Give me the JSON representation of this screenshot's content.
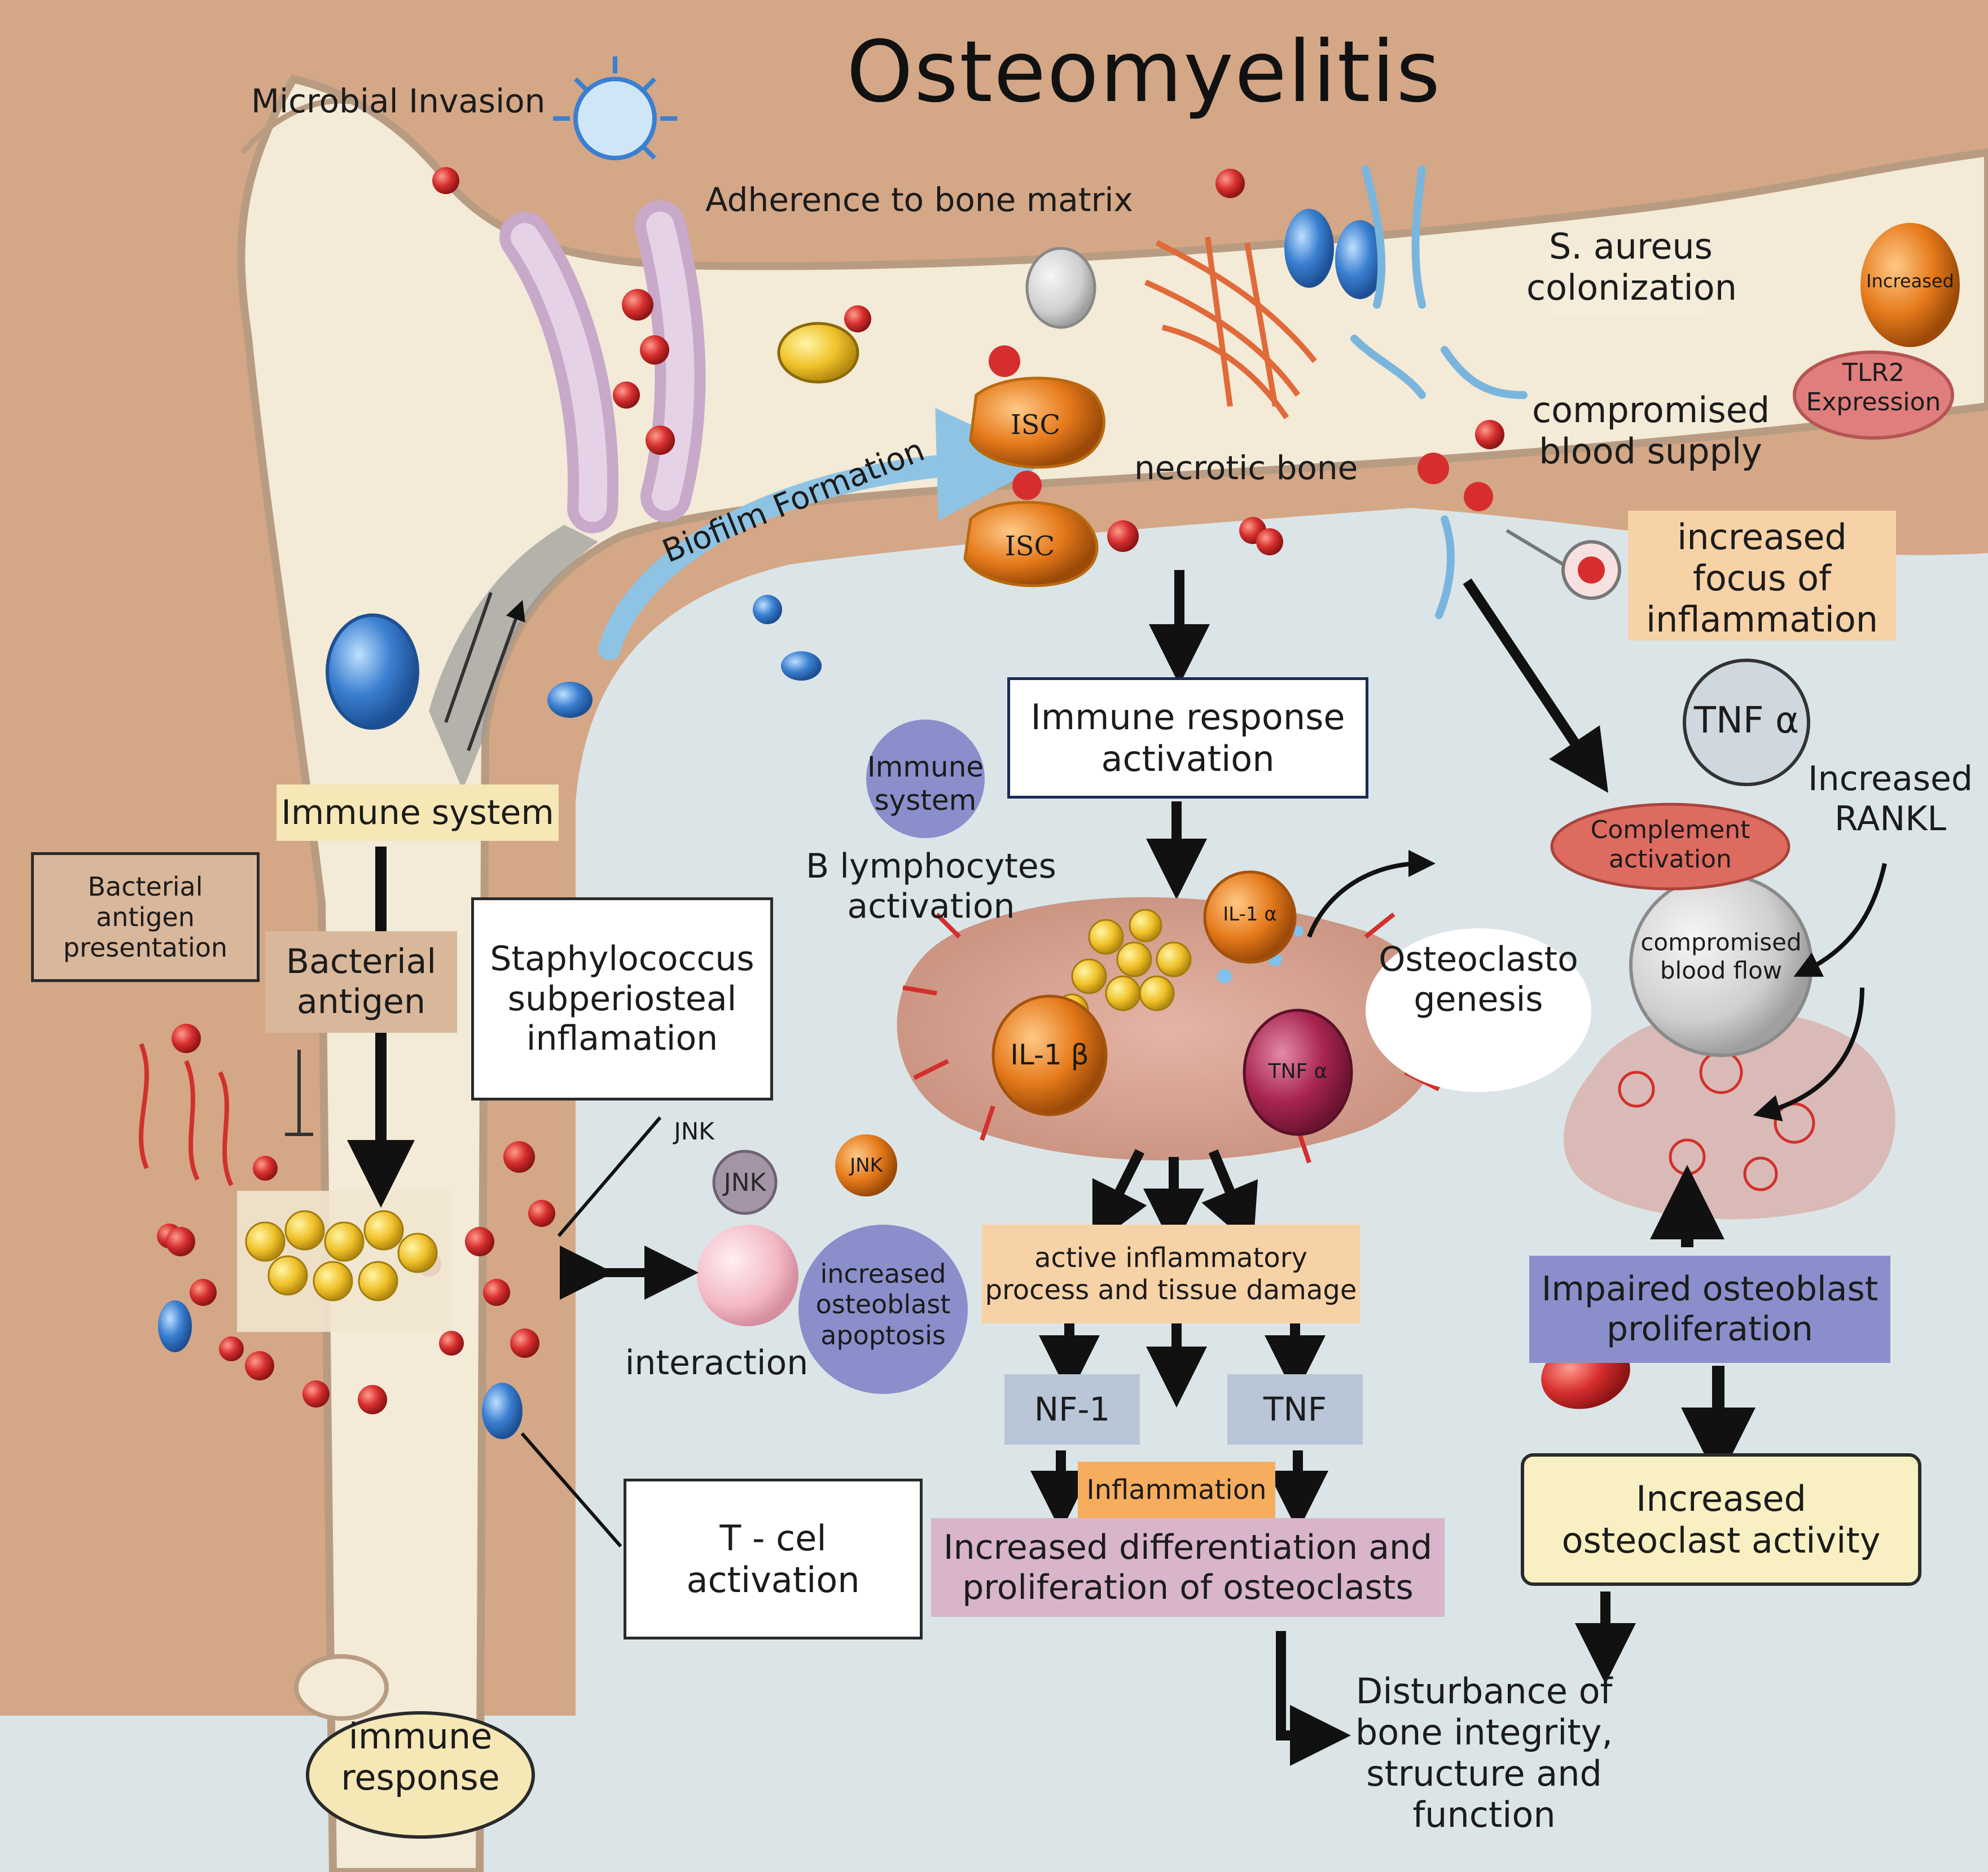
{
  "title": "Osteomyelitis",
  "labels": {
    "microbial_invasion": "Microbial Invasion",
    "adherence": "Adherence to bone matrix",
    "s_aureus": "S. aureus\ncolonization",
    "increased_small": "Increased",
    "tlr2": "TLR2\nExpression",
    "isc_top": "ISC",
    "isc_bottom": "ISC",
    "compromised_blood_supply": "compromised\nblood supply",
    "necrotic_bone": "necrotic bone",
    "biofilm_formation": "Biofilm Formation",
    "increased_focus": "increased\nfocus of\ninflammation",
    "tnf_alpha_circle": "TNF α",
    "increased_rankl": "Increased\nRANKL",
    "immune_response_activation": "Immune response\nactivation",
    "immune_system_circle": "Immune\nsystem",
    "b_lymphocytes": "B lymphocytes\nactivation",
    "complement_activation": "Complement\nactivation",
    "compromised_blood_flow": "compromised\nblood flow",
    "osteoclastogenesis": "Osteoclasto\ngenesis",
    "il1_alpha": "IL-1 α",
    "il1_beta": "IL-1 β",
    "tnf_alpha_cell": "TNF α",
    "immune_system_label": "Immune system",
    "bacterial_antigen_presentation": "Bacterial\nantigen\npresentation",
    "bacterial_antigen": "Bacterial\nantigen",
    "staph_inflammation": "Staphylococcus\nsubperiosteal\ninflamation",
    "jnk_label": "JNK",
    "jnk_grey": "JNK",
    "jnk_orange": "JNK",
    "increased_apoptosis": "increased\nosteoblast\napoptosis",
    "interaction": "interaction",
    "active_inflammatory": "active inflammatory\nprocess and tissue damage",
    "nf1": "NF-1",
    "tnf": "TNF",
    "inflammation": "Inflammation",
    "increased_differentiation": "Increased differentiation and\nproliferation of osteoclasts",
    "impaired_osteoblast": "Impaired osteoblast\nproliferation",
    "increased_osteoclast_activity": "Increased\nosteoclast activity",
    "t_cell_activation": "T - cel\nactivation",
    "immune_response": "immune\nresponse",
    "disturbance": "Disturbance of\nbone integrity,\nstructure and\nfunction"
  },
  "colors": {
    "tissue": "#d4a787",
    "tissue_dark": "#c49274",
    "bone": "#f3ead7",
    "bone_edge": "#b89c82",
    "fluid": "#dbe5e7",
    "label_tan": "#d9b79a",
    "label_cream": "#f6e7b6",
    "label_peach": "#f7d2a6",
    "label_orange": "#f6ad5e",
    "label_grey_blue": "#b9c6d8",
    "label_purple": "#8a8fcb",
    "label_pink": "#d8b5cb",
    "label_yellow": "#f8f0c2",
    "complement_red": "#de6b60",
    "red_cell": "#d62e2e",
    "blue_cell": "#3a7fd0",
    "arrow": "#111111"
  }
}
